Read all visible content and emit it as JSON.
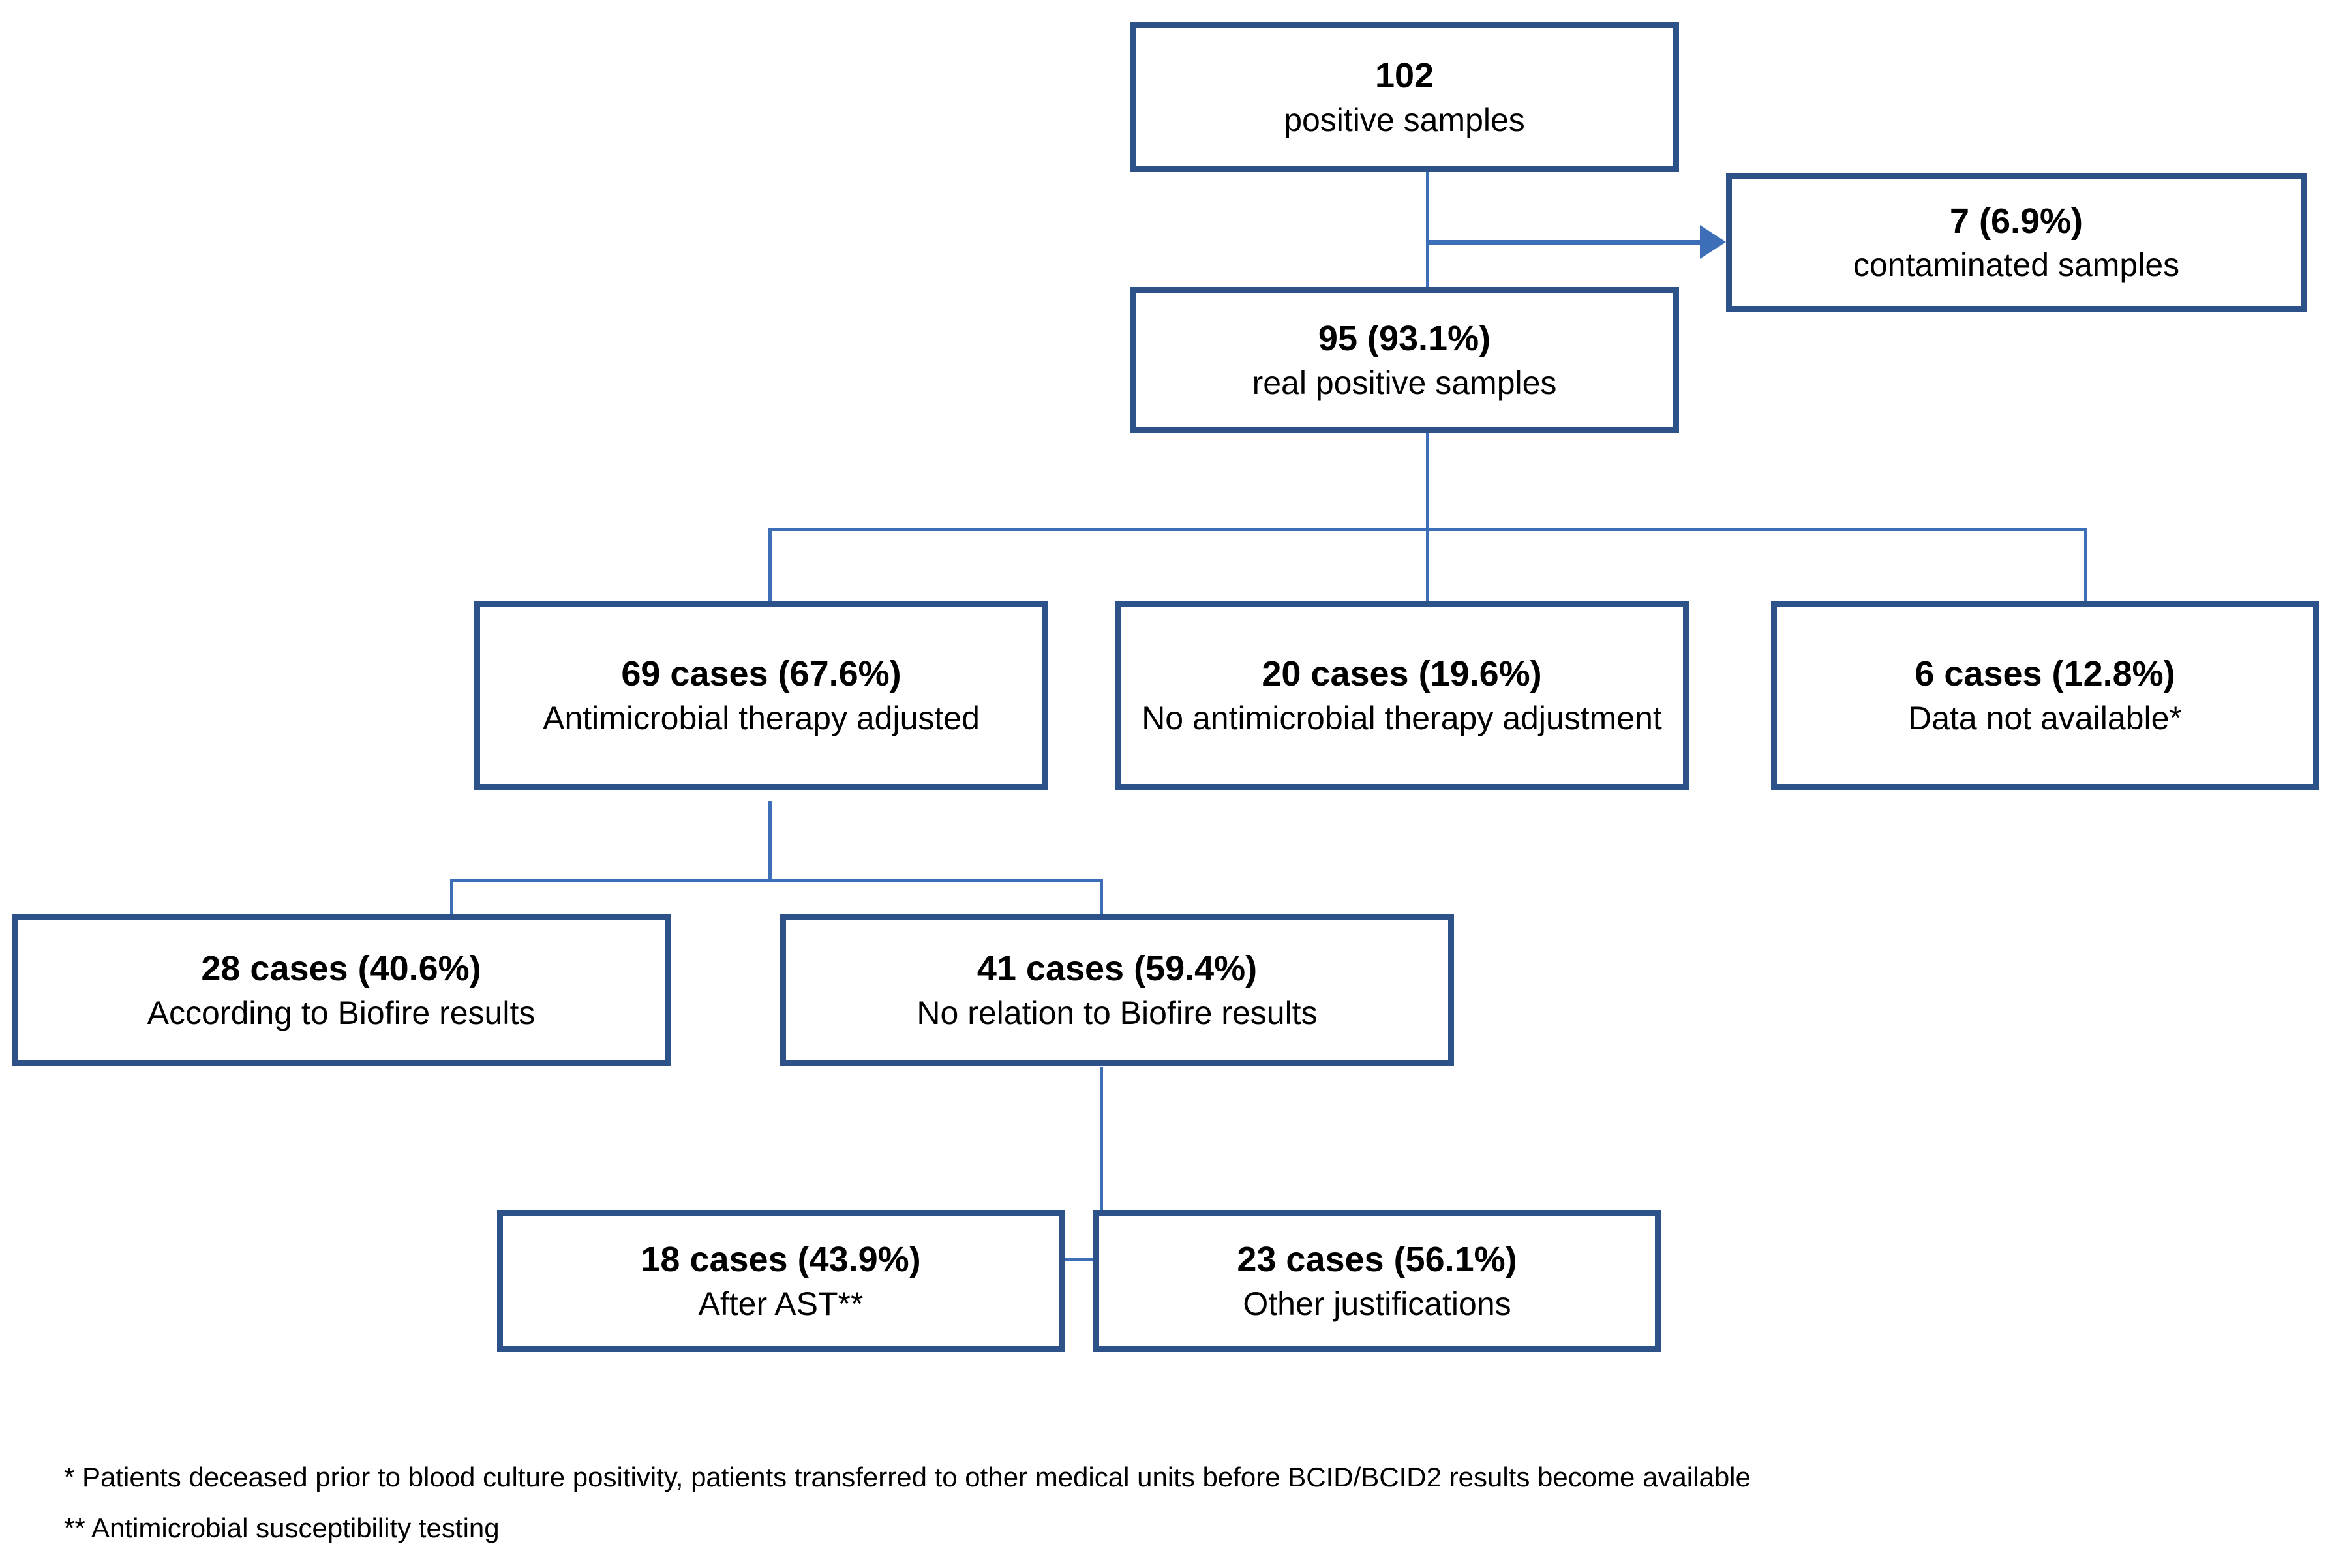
{
  "figure": {
    "type": "flowchart",
    "accent_color": "#2d5189",
    "connector_color": "#3c6fb8",
    "background": "#ffffff"
  },
  "nodes": {
    "positive_samples": {
      "title": "102",
      "subtitle": "positive samples"
    },
    "contaminated_samples": {
      "title": "7 (6.9%)",
      "subtitle": "contaminated samples"
    },
    "real_positive_samples": {
      "title": "95 (93.1%)",
      "subtitle": "real positive samples"
    },
    "therapy_adjusted": {
      "title": "69 cases (67.6%)",
      "subtitle": "Antimicrobial therapy adjusted"
    },
    "no_therapy_adjustment": {
      "title": "20 cases (19.6%)",
      "subtitle": "No antimicrobial therapy adjustment"
    },
    "data_not_available": {
      "title": "6 cases (12.8%)",
      "subtitle": "Data not available*"
    },
    "according_biofire": {
      "title": "28 cases (40.6%)",
      "subtitle": "According to Biofire results"
    },
    "no_relation_biofire": {
      "title": "41 cases (59.4%)",
      "subtitle": "No relation to Biofire results"
    },
    "after_ast": {
      "title": "18 cases (43.9%)",
      "subtitle": "After AST**"
    },
    "other_justifications": {
      "title": "23 cases (56.1%)",
      "subtitle": "Other justifications"
    }
  },
  "footnotes": {
    "single_asterisk": "* Patients deceased prior to blood culture positivity, patients transferred to other medical units before BCID/BCID2 results become available",
    "double_asterisk": "** Antimicrobial susceptibility testing"
  },
  "chart_data": {
    "type": "flowchart",
    "title": "Study flow of positive blood culture samples",
    "levels": [
      {
        "level": 1,
        "nodes": [
          {
            "id": "positive_samples",
            "count": 102,
            "percent": null,
            "label": "positive samples"
          }
        ]
      },
      {
        "level": 2,
        "nodes": [
          {
            "id": "contaminated_samples",
            "count": 7,
            "percent": 6.9,
            "label": "contaminated samples"
          },
          {
            "id": "real_positive_samples",
            "count": 95,
            "percent": 93.1,
            "label": "real positive samples"
          }
        ]
      },
      {
        "level": 3,
        "nodes": [
          {
            "id": "therapy_adjusted",
            "count": 69,
            "percent": 67.6,
            "label": "Antimicrobial therapy adjusted"
          },
          {
            "id": "no_therapy_adjustment",
            "count": 20,
            "percent": 19.6,
            "label": "No antimicrobial therapy adjustment"
          },
          {
            "id": "data_not_available",
            "count": 6,
            "percent": 12.8,
            "label": "Data not available*"
          }
        ]
      },
      {
        "level": 4,
        "nodes": [
          {
            "id": "according_biofire",
            "count": 28,
            "percent": 40.6,
            "label": "According to Biofire results"
          },
          {
            "id": "no_relation_biofire",
            "count": 41,
            "percent": 59.4,
            "label": "No relation to Biofire results"
          }
        ]
      },
      {
        "level": 5,
        "nodes": [
          {
            "id": "after_ast",
            "count": 18,
            "percent": 43.9,
            "label": "After AST**"
          },
          {
            "id": "other_justifications",
            "count": 23,
            "percent": 56.1,
            "label": "Other justifications"
          }
        ]
      }
    ],
    "edges": [
      {
        "from": "positive_samples",
        "to": "contaminated_samples",
        "style": "arrow"
      },
      {
        "from": "positive_samples",
        "to": "real_positive_samples",
        "style": "line"
      },
      {
        "from": "real_positive_samples",
        "to": "therapy_adjusted",
        "style": "line"
      },
      {
        "from": "real_positive_samples",
        "to": "no_therapy_adjustment",
        "style": "line"
      },
      {
        "from": "real_positive_samples",
        "to": "data_not_available",
        "style": "line"
      },
      {
        "from": "therapy_adjusted",
        "to": "according_biofire",
        "style": "line"
      },
      {
        "from": "therapy_adjusted",
        "to": "no_relation_biofire",
        "style": "line"
      },
      {
        "from": "no_relation_biofire",
        "to": "after_ast",
        "style": "line"
      },
      {
        "from": "no_relation_biofire",
        "to": "other_justifications",
        "style": "line"
      }
    ]
  }
}
